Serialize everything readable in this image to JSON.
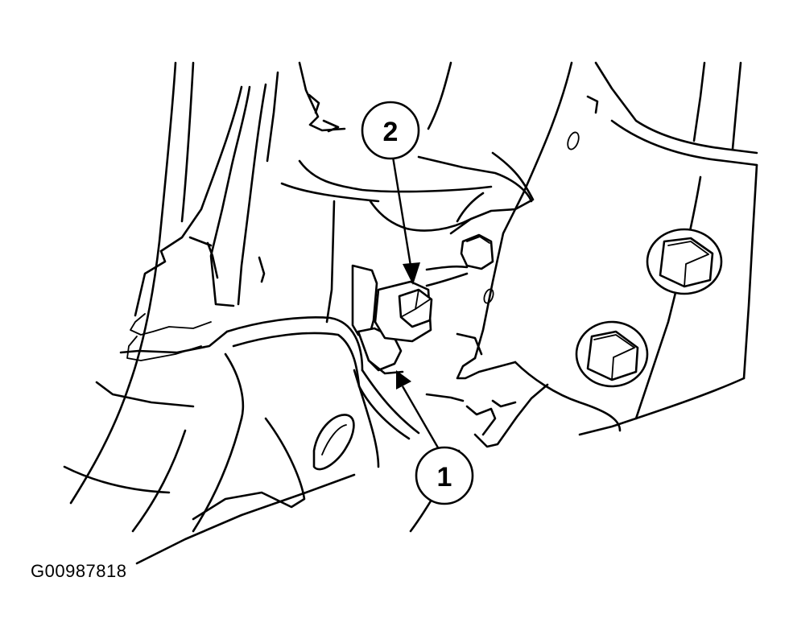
{
  "figure": {
    "figure_id": "G00987818",
    "callouts": [
      {
        "label": "1"
      },
      {
        "label": "2"
      }
    ]
  }
}
